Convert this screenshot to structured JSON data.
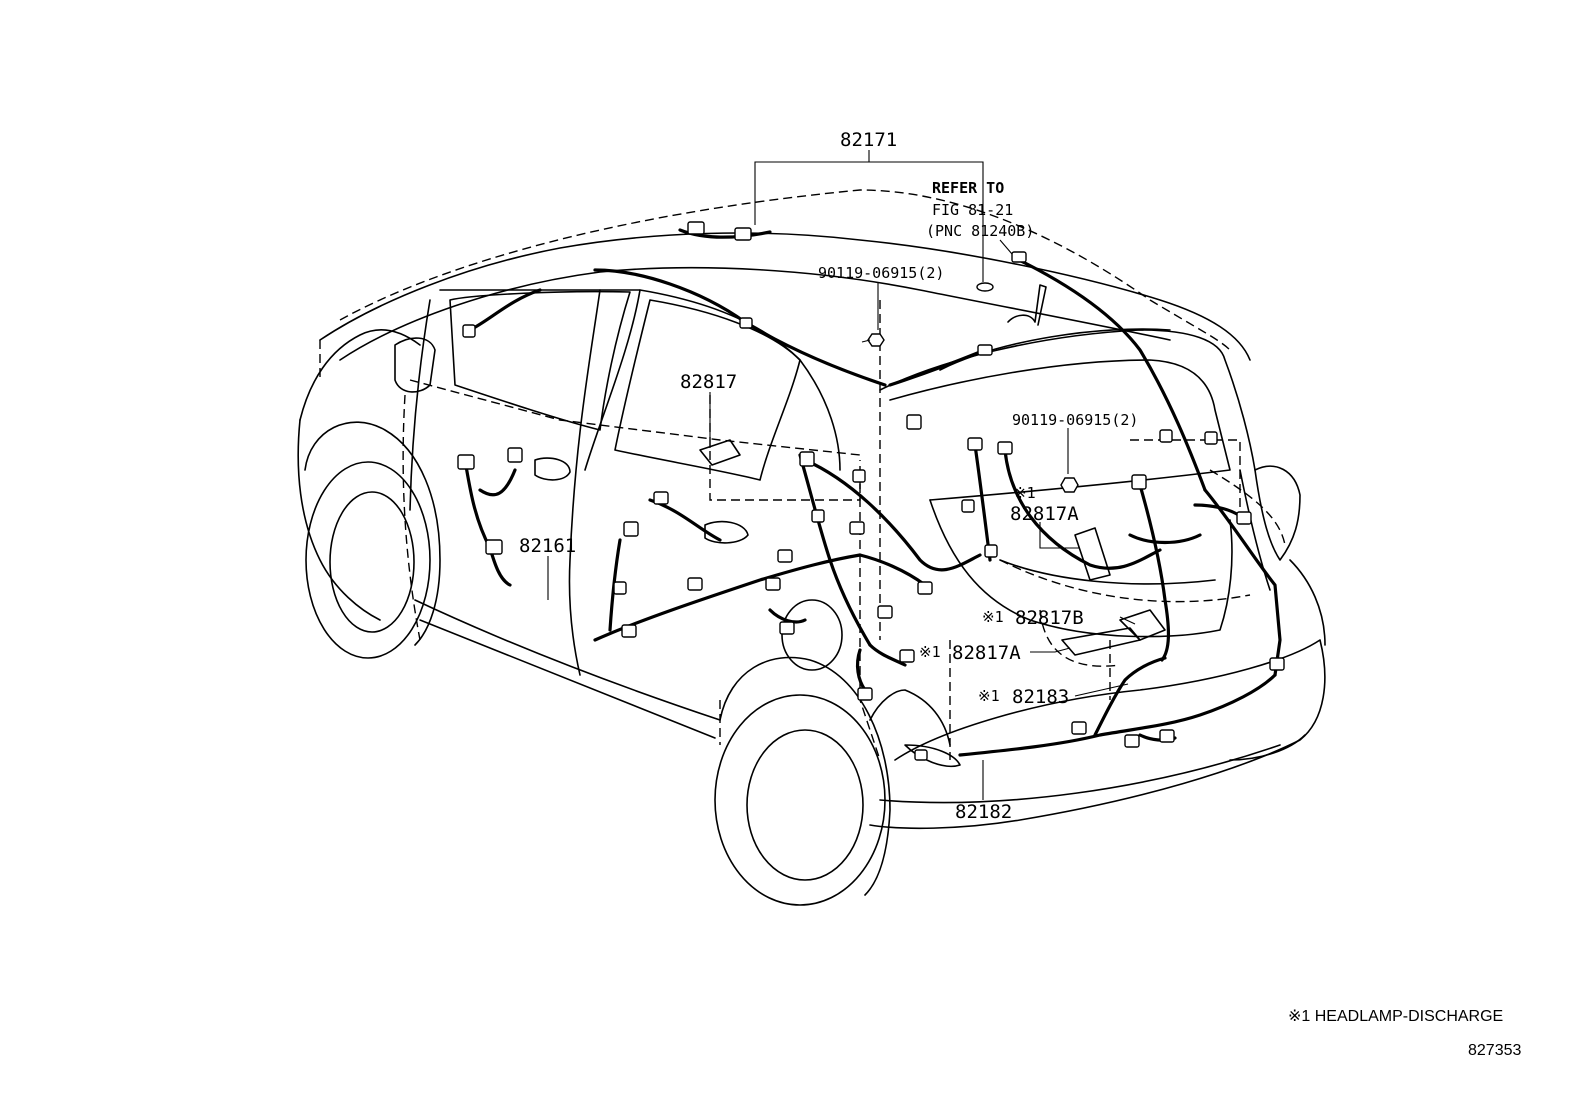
{
  "diagram": {
    "parts": {
      "p82171": "82171",
      "p82817": "82817",
      "p82161": "82161",
      "p82817A_upper": "82817A",
      "p82817B": "82817B",
      "p82817A_lower": "82817A",
      "p82183": "82183",
      "p82182": "82182",
      "bolt_upper": "90119-06915(2)",
      "bolt_right": "90119-06915(2)"
    },
    "refer": {
      "line1": "REFER TO",
      "line2": "FIG 81-21",
      "line3": "(PNC 81240B)"
    },
    "mark": "※1",
    "footnote": "※1 HEADLAMP-DISCHARGE",
    "figure_id": "827353"
  }
}
